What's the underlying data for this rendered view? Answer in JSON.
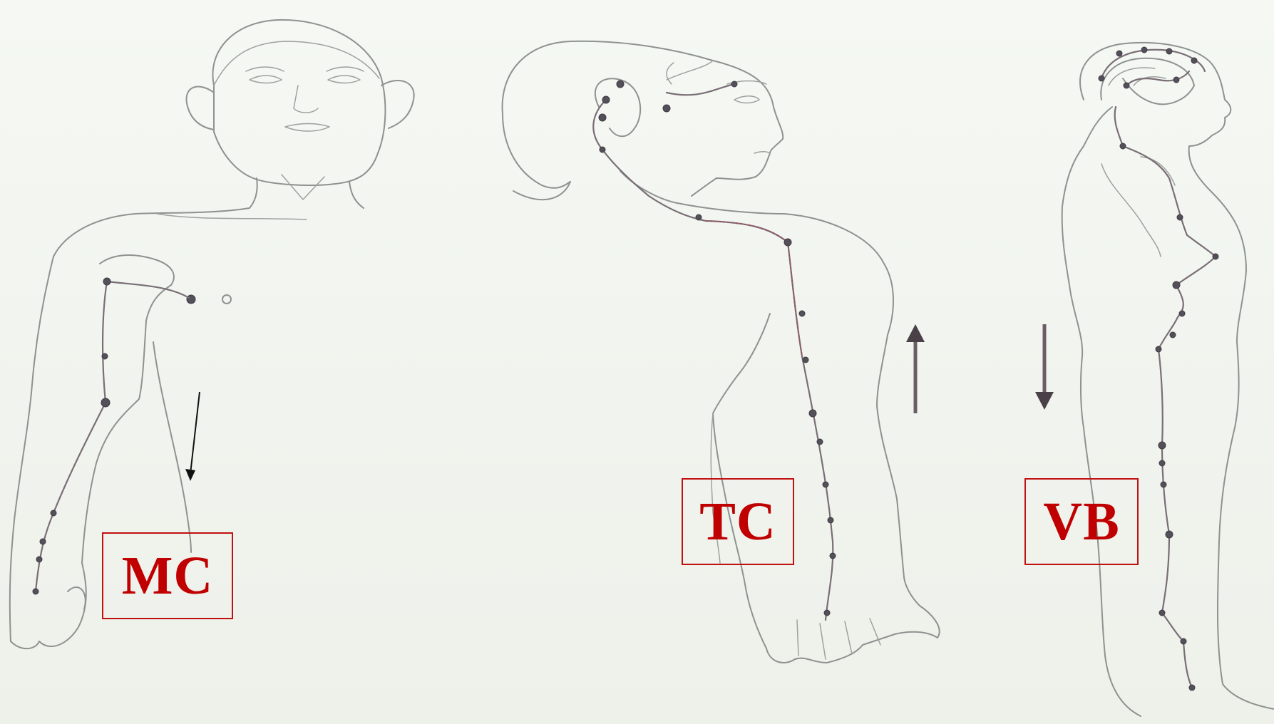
{
  "labels": {
    "mc": "MC",
    "tc": "TC",
    "vb": "VB"
  },
  "colors": {
    "label_text": "#c00000",
    "label_border": "#c01010",
    "background": "#f3f6f1",
    "outline": "#8e9290",
    "acupoint": "#54505a"
  },
  "flow_arrows": {
    "mc": "down",
    "tc": "up",
    "vb": "down"
  }
}
